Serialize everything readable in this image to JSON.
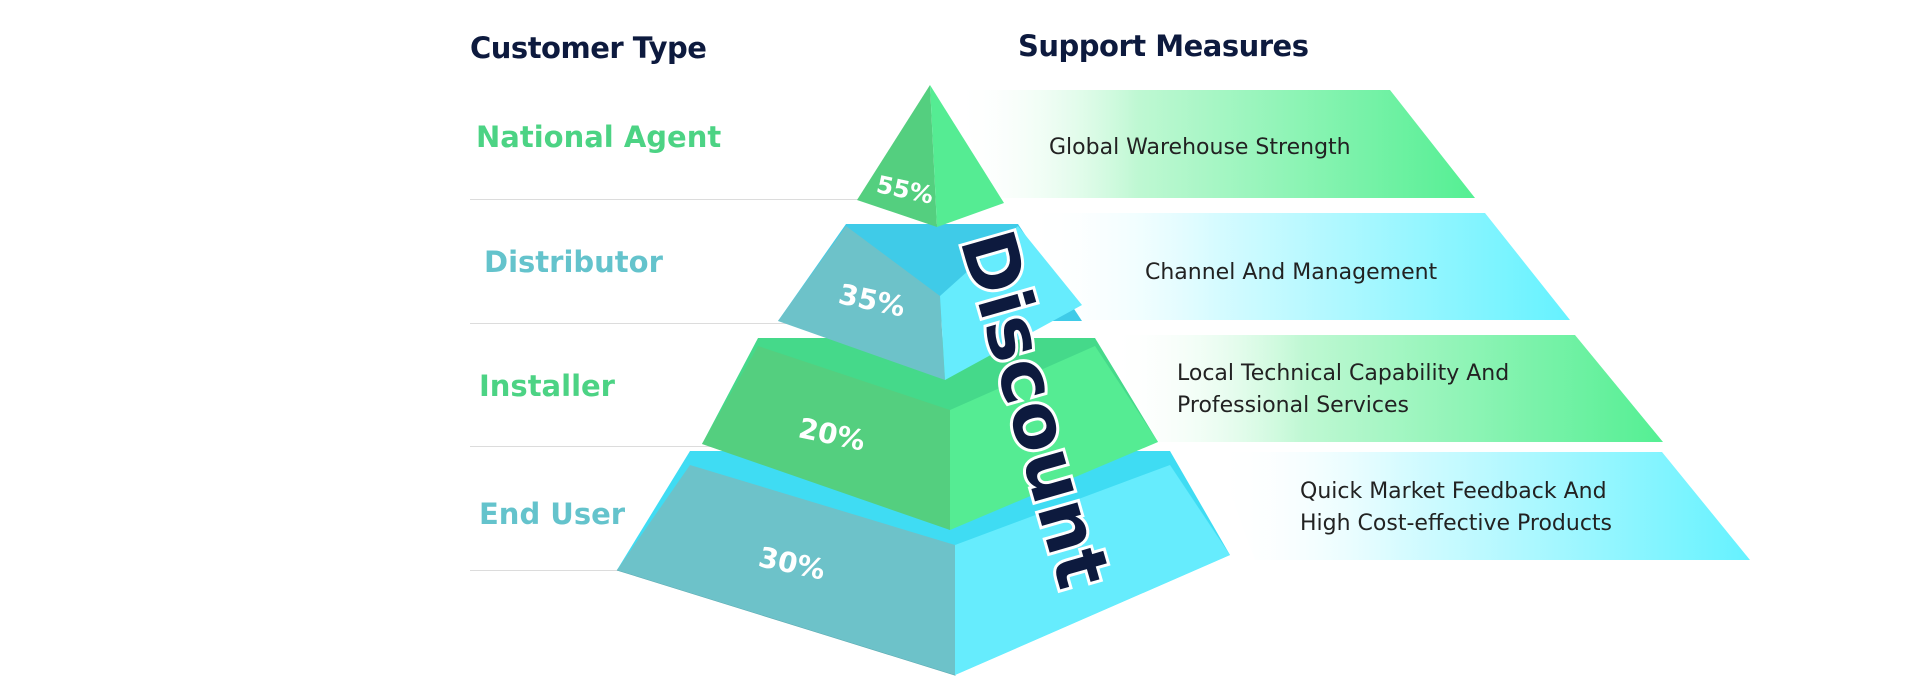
{
  "headers": {
    "customer_type": "Customer Type",
    "support_measures": "Support Measures"
  },
  "pyramid_label": "Discount",
  "tiers": [
    {
      "customer": "National Agent",
      "discount": "55%",
      "measure_line1": "Global Warehouse Strength",
      "measure_line2": "",
      "label_color": "#4cd384"
    },
    {
      "customer": "Distributor",
      "discount": "35%",
      "measure_line1": "Channel And Management",
      "measure_line2": "",
      "label_color": "#64c3cc"
    },
    {
      "customer": "Installer",
      "discount": "20%",
      "measure_line1": "Local Technical Capability And",
      "measure_line2": "Professional Services",
      "label_color": "#4cd384"
    },
    {
      "customer": "End User",
      "discount": "30%",
      "measure_line1": "Quick Market Feedback And",
      "measure_line2": "High Cost-effective Products",
      "label_color": "#64c3cc"
    }
  ],
  "colors": {
    "green_left": "#54cf7f",
    "green_right": "#55ec93",
    "green_top": "#45d98a",
    "teal_left": "#6dc2c9",
    "teal_right": "#66ecfd",
    "teal_top": "#3fdcf3",
    "band_green": "#54ef93",
    "band_cyan": "#65f2ff",
    "heading": "#0d1a3e"
  }
}
